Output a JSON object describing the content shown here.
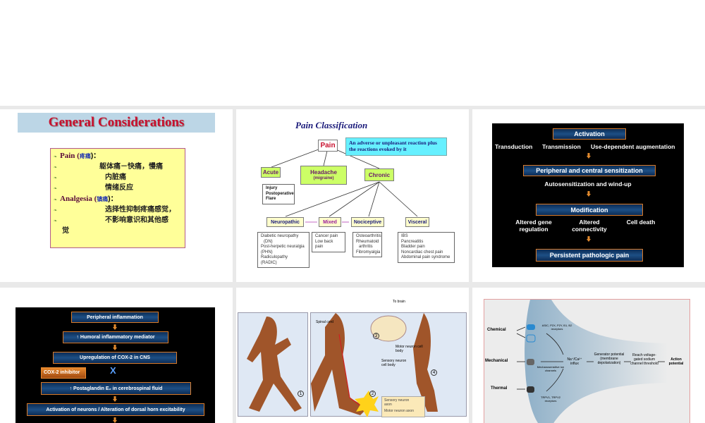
{
  "slides": [
    {
      "title": "General Considerations",
      "lines": [
        {
          "text": "Pain (",
          "cn": "疼痛",
          "end": ")："
        },
        {
          "text": "躯体痛－快痛，慢痛"
        },
        {
          "text": "内脏痛"
        },
        {
          "text": "情绪反应"
        },
        {
          "text": "Analgesia (",
          "cn": "镇痛",
          "end": ")："
        },
        {
          "text": "选择性抑制疼痛感觉，"
        },
        {
          "text": "不影响意识和其他感"
        },
        {
          "text": "觉"
        }
      ]
    },
    {
      "title": "Pain Classification",
      "root": "Pain",
      "definition": "An adverse or unpleasant reaction plus the reactions evoked by it",
      "acute": "Acute",
      "acute_list": [
        "Injury",
        "Postoperative",
        "Flare"
      ],
      "headache": "Headache",
      "headache_sub": "(migraine)",
      "chronic": "Chronic",
      "neuropathic": "Neuropathic",
      "neuropathic_list": [
        "Diabetic neuropathy",
        "(DN)",
        "Post-herpetic neuralgia",
        "(PHN)",
        "Radiculopathy",
        "(RADIC)"
      ],
      "mixed": "Mixed",
      "mixed_list": [
        "Cancer pain",
        "Low back pain"
      ],
      "nociceptive": "Nociceptive",
      "nociceptive_list": [
        "Osteoarthritis",
        "Rheumatoid",
        "arthritis",
        "Fibromyalgia"
      ],
      "visceral": "Visceral",
      "visceral_list": [
        "IBS",
        "Pancreatitis",
        "Bladder pain",
        "Noncardiac chest pain",
        "Abdominal pain syndrome"
      ]
    },
    {
      "activation": "Activation",
      "row1": [
        "Transduction",
        "Transmission",
        "Use-dependent augmentation"
      ],
      "sensitization": "Peripheral and central sensitization",
      "wind_up": "Autosensitization and wind-up",
      "modification": "Modification",
      "row2": [
        "Altered gene regulation",
        "Altered connectivity",
        "Cell death"
      ],
      "persistent": "Persistent pathologic pain"
    },
    {
      "steps": [
        "Peripheral inflammation",
        "↑ Humoral inflammatory mediator",
        "Upregulation of COX-2 in CNS",
        "↑ Postaglandin E₂ in cerebrospinal fluid",
        "Activation of neurons / Alteration of dorsal horn excitability"
      ],
      "inhibitor": "COX-2 inhibitor",
      "block_mark": "X"
    },
    {
      "to_brain": "To brain",
      "spinal_cord": "Spinal cord",
      "motor_cell": "Motor neuron cell body",
      "sensory_cell": "Sensory neuron cell body",
      "numbers": [
        "1",
        "2",
        "3",
        "4"
      ],
      "legend": [
        "Sensory neuron axon",
        "Motor neuron axon"
      ]
    },
    {
      "stimuli": [
        "Chemical",
        "Mechanical",
        "Thermal"
      ],
      "chem_receptors": "ASIC, P2X, P2Y, B1, B2 receptors",
      "mech_channels": "Mechanosensitive ion channels",
      "thermal_receptors": "TRPV1, TRPV2 receptors",
      "influx": "Na⁺/Ca²⁺ influx",
      "generator": "Generator potential (membrane depolarization)",
      "threshold": "Reach voltage-gated sodium channel threshold",
      "action": "Action potential"
    }
  ]
}
